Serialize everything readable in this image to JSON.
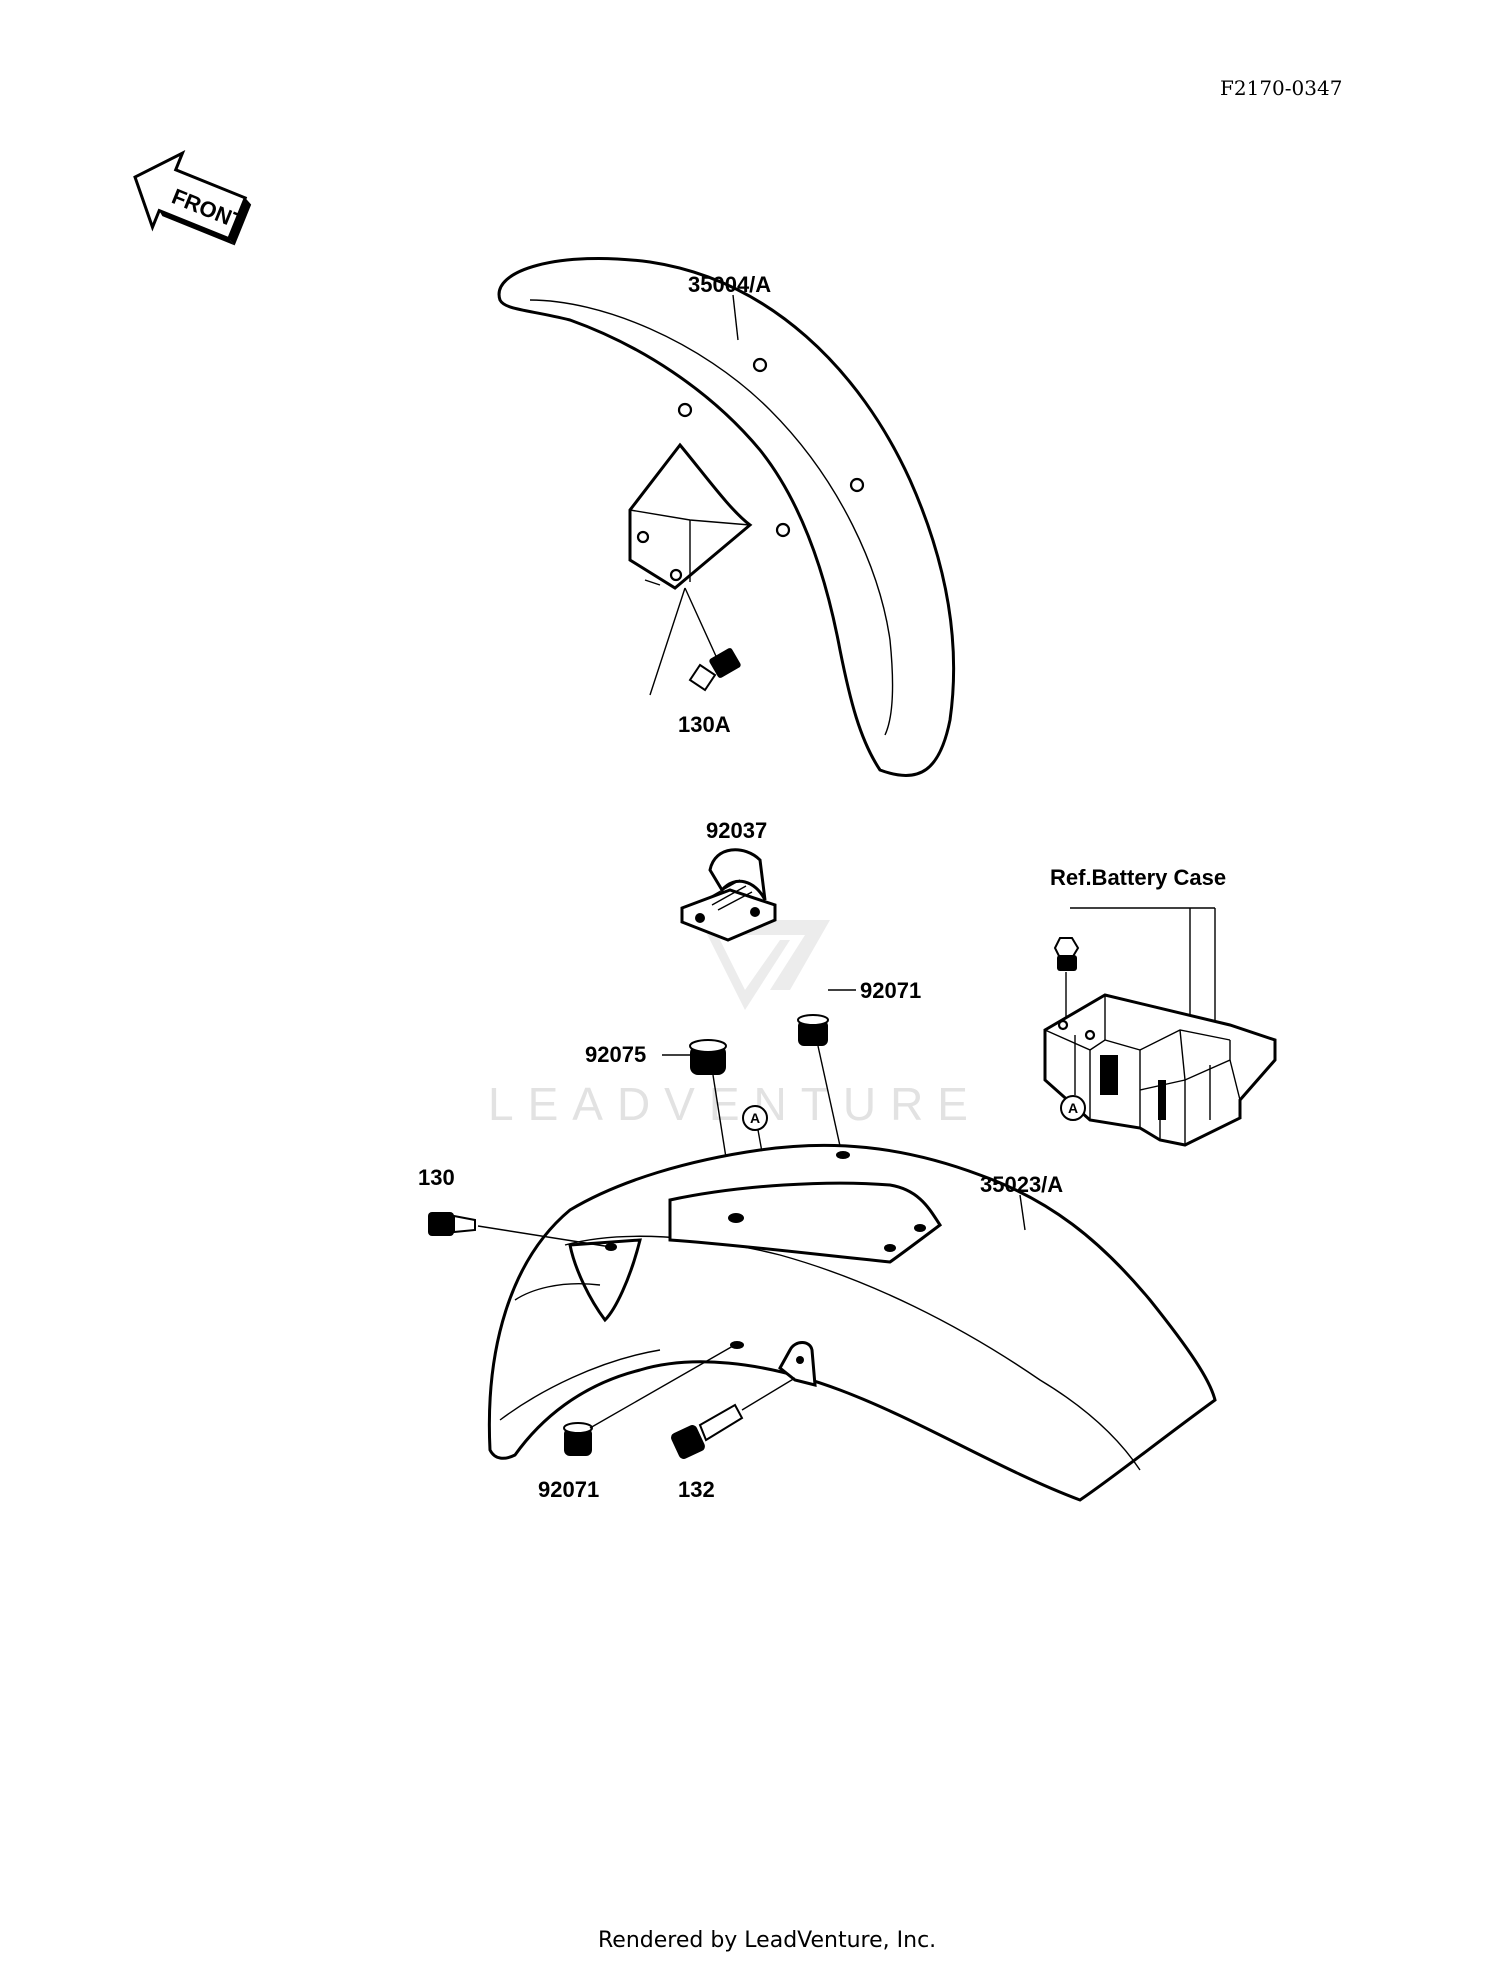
{
  "diagram_code": "F2170-0347",
  "front_arrow_text": "FRONT",
  "watermark": "LEADVENTURE",
  "footer": "Rendered by LeadVenture, Inc.",
  "ref_label": "Ref.Battery Case",
  "ref_marker": "A",
  "callouts": [
    {
      "id": "35004A",
      "label": "35004/A"
    },
    {
      "id": "130A",
      "label": "130A"
    },
    {
      "id": "92037",
      "label": "92037"
    },
    {
      "id": "92071_top",
      "label": "92071"
    },
    {
      "id": "92075",
      "label": "92075"
    },
    {
      "id": "35023A",
      "label": "35023/A"
    },
    {
      "id": "130",
      "label": "130"
    },
    {
      "id": "92071_bottom",
      "label": "92071"
    },
    {
      "id": "132",
      "label": "132"
    }
  ]
}
